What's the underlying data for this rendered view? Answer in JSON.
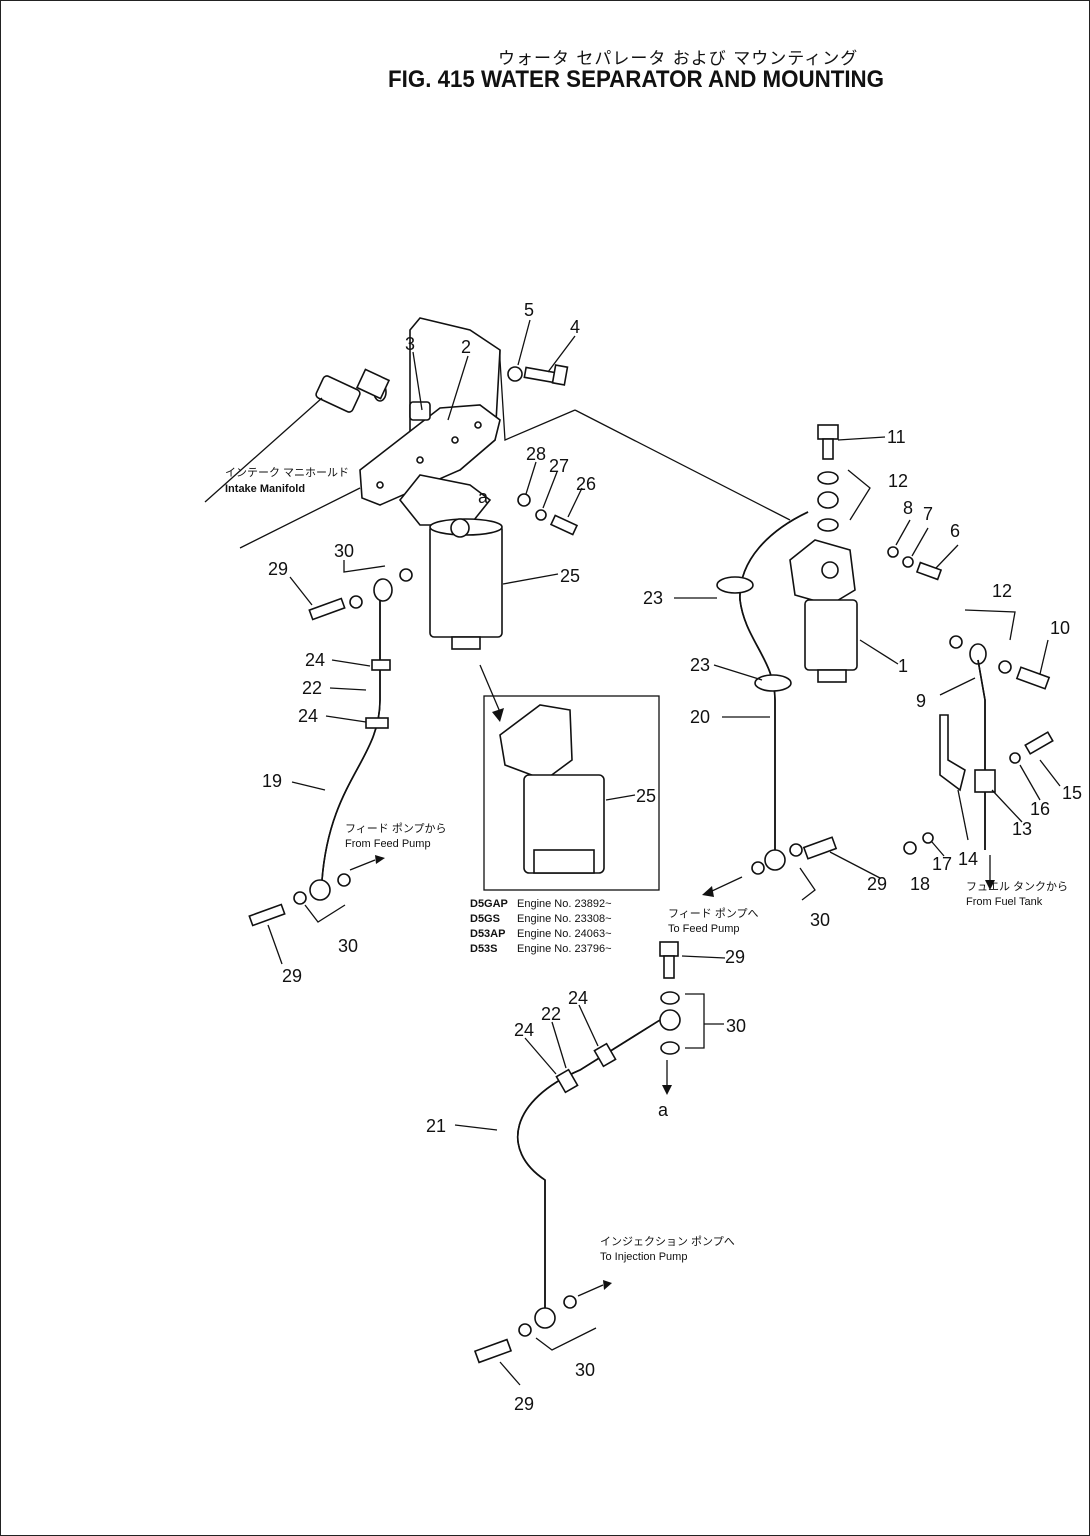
{
  "title": {
    "japanese": "ウォータ セパレータ および マウンティング",
    "english": "FIG. 415 WATER SEPARATOR AND MOUNTING"
  },
  "callouts": {
    "p1": "1",
    "p2": "2",
    "p3": "3",
    "p4": "4",
    "p5": "5",
    "p6": "6",
    "p7": "7",
    "p8": "8",
    "p9": "9",
    "p10": "10",
    "p11": "11",
    "p12a": "12",
    "p12b": "12",
    "p13": "13",
    "p14": "14",
    "p15": "15",
    "p16": "16",
    "p17": "17",
    "p18": "18",
    "p19": "19",
    "p20": "20",
    "p21": "21",
    "p22a": "22",
    "p22b": "22",
    "p23a": "23",
    "p23b": "23",
    "p24a": "24",
    "p24b": "24",
    "p24c": "24",
    "p24d": "24",
    "p25a": "25",
    "p25b": "25",
    "p26": "26",
    "p27": "27",
    "p28": "28",
    "p29a": "29",
    "p29b": "29",
    "p29c": "29",
    "p29d": "29",
    "p29e": "29",
    "p30a": "30",
    "p30b": "30",
    "p30c": "30",
    "p30d": "30",
    "p30e": "30",
    "ref_a1": "a",
    "ref_a2": "a"
  },
  "notes": {
    "intake_jp": "インテーク マニホールド",
    "intake_en": "Intake Manifold",
    "from_feed_jp": "フィード ポンプから",
    "from_feed_en": "From Feed Pump",
    "to_feed_jp": "フィード ポンプへ",
    "to_feed_en": "To Feed Pump",
    "from_tank_jp": "フュエル タンクから",
    "from_tank_en": "From Fuel Tank",
    "to_inj_jp": "インジェクション ポンプへ",
    "to_inj_en": "To Injection Pump"
  },
  "engine_applicability": [
    {
      "model": "D5GAP",
      "engine": "Engine No. 23892~"
    },
    {
      "model": "D5GS",
      "engine": "Engine No. 23308~"
    },
    {
      "model": "D53AP",
      "engine": "Engine No. 24063~"
    },
    {
      "model": "D53S",
      "engine": "Engine No. 23796~"
    }
  ]
}
